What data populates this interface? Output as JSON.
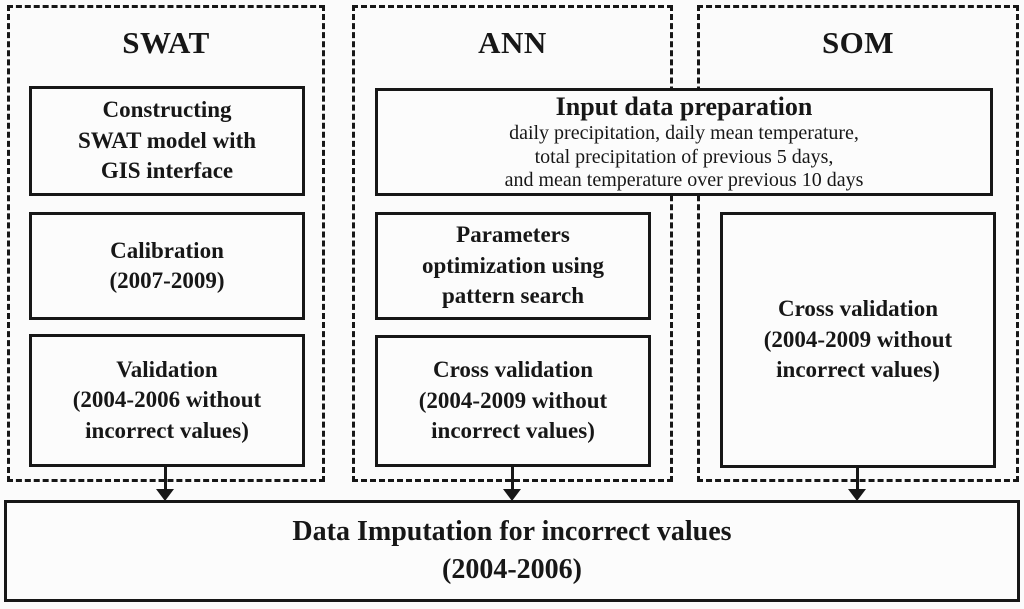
{
  "colors": {
    "ink": "#171717",
    "background": "#fbfbfb"
  },
  "columns": [
    {
      "title": "SWAT",
      "boxes": [
        {
          "lines": [
            "Constructing",
            "SWAT model with",
            "GIS interface"
          ]
        },
        {
          "lines": [
            "Calibration",
            "(2007-2009)"
          ]
        },
        {
          "lines": [
            "Validation",
            "(2004-2006 without",
            "incorrect values)"
          ]
        }
      ]
    },
    {
      "title": "ANN",
      "boxes": [
        {
          "lines": [
            "Parameters",
            "optimization using",
            "pattern search"
          ]
        },
        {
          "lines": [
            "Cross validation",
            "(2004-2009 without",
            "incorrect values)"
          ]
        }
      ]
    },
    {
      "title": "SOM",
      "boxes": [
        {
          "lines": [
            "Cross validation",
            "(2004-2009 without",
            "incorrect values)"
          ]
        }
      ]
    }
  ],
  "input_box": {
    "title": "Input data preparation",
    "details": [
      "daily precipitation, daily mean temperature,",
      "total precipitation of previous 5 days,",
      "and mean temperature over previous 10 days"
    ]
  },
  "output_box": {
    "lines": [
      "Data Imputation for incorrect values",
      "(2004-2006)"
    ]
  }
}
